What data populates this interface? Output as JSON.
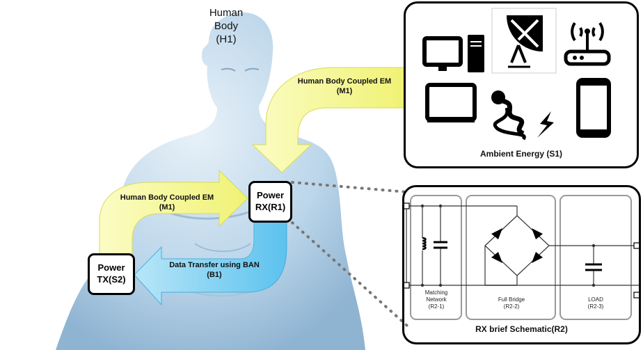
{
  "human_body": {
    "line1": "Human",
    "line2": "Body",
    "line3": "(H1)"
  },
  "arrow_top": {
    "line1": "Human Body Coupled EM",
    "line2": "(M1)"
  },
  "arrow_left": {
    "line1": "Human Body Coupled EM",
    "line2": "(M1)"
  },
  "arrow_data": {
    "line1": "Data Transfer using BAN",
    "line2": "(B1)"
  },
  "power_rx": {
    "line1": "Power",
    "line2": "RX(R1)"
  },
  "power_tx": {
    "line1": "Power",
    "line2": "TX(S2)"
  },
  "ambient": {
    "title": "Ambient Energy (S1)",
    "icons": [
      "desktop-computer-icon",
      "satellite-dish-icon",
      "wifi-router-icon",
      "tablet-icon",
      "coil-lightning-icon",
      "smartphone-icon"
    ]
  },
  "schematic": {
    "title": "RX brief Schematic(R2)",
    "matching": {
      "line1": "Matching",
      "line2": "Network",
      "line3": "(R2-1)"
    },
    "bridge": {
      "line1": "Full Bridge",
      "line2": "(R2-2)"
    },
    "load": {
      "line1": "LOAD",
      "line2": "(R2-3)"
    }
  },
  "colors": {
    "em_arrow": "#f3f586",
    "data_arrow": "#7fd0f2",
    "body": "#bcd6ea"
  }
}
